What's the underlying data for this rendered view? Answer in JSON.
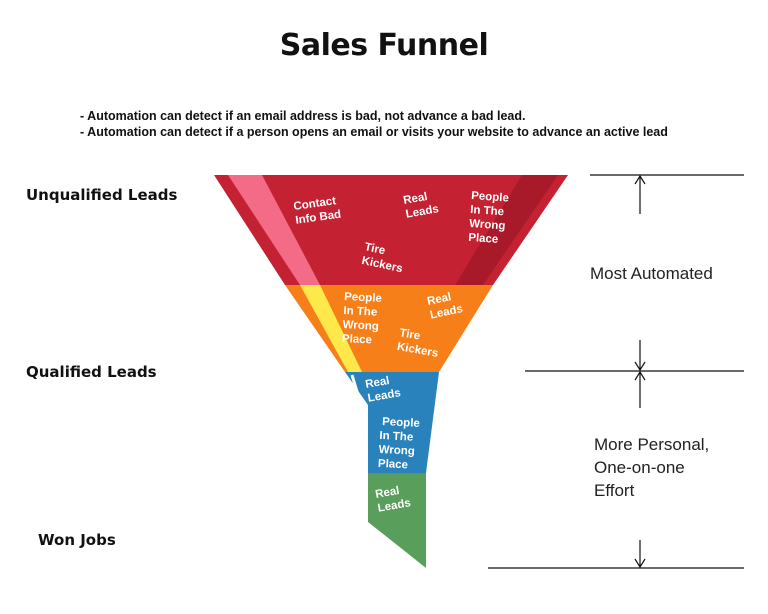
{
  "title": "Sales Funnel",
  "notes": [
    "- Automation can detect if an email address is bad, not advance a bad lead.",
    "- Automation can detect if a person opens an email or visits your website to advance an active lead"
  ],
  "stages": {
    "unqualified": "Unqualified Leads",
    "qualified": "Qualified Leads",
    "won": "Won Jobs"
  },
  "annotations": {
    "most_automated": "Most Automated",
    "personal": [
      "More Personal,",
      "One-on-one",
      "Effort"
    ]
  },
  "funnel_labels": {
    "red": [
      "Contact\nInfo Bad",
      "Real\nLeads",
      "People\nIn The\nWrong\nPlace",
      "Tire\nKickers"
    ],
    "orange": [
      "People\nIn The\nWrong\nPlace",
      "Real\nLeads",
      "Tire\nKickers"
    ],
    "blue": [
      "Real\nLeads",
      "People\nIn The\nWrong\nPlace"
    ],
    "green": [
      "Real\nLeads"
    ]
  },
  "colors": {
    "red": "#c42232",
    "red_dark": "#a81a2a",
    "pink": "#f36b86",
    "orange": "#f77f1a",
    "yellow": "#ffe84a",
    "blue": "#2a82bd",
    "green": "#5a9e5b"
  }
}
